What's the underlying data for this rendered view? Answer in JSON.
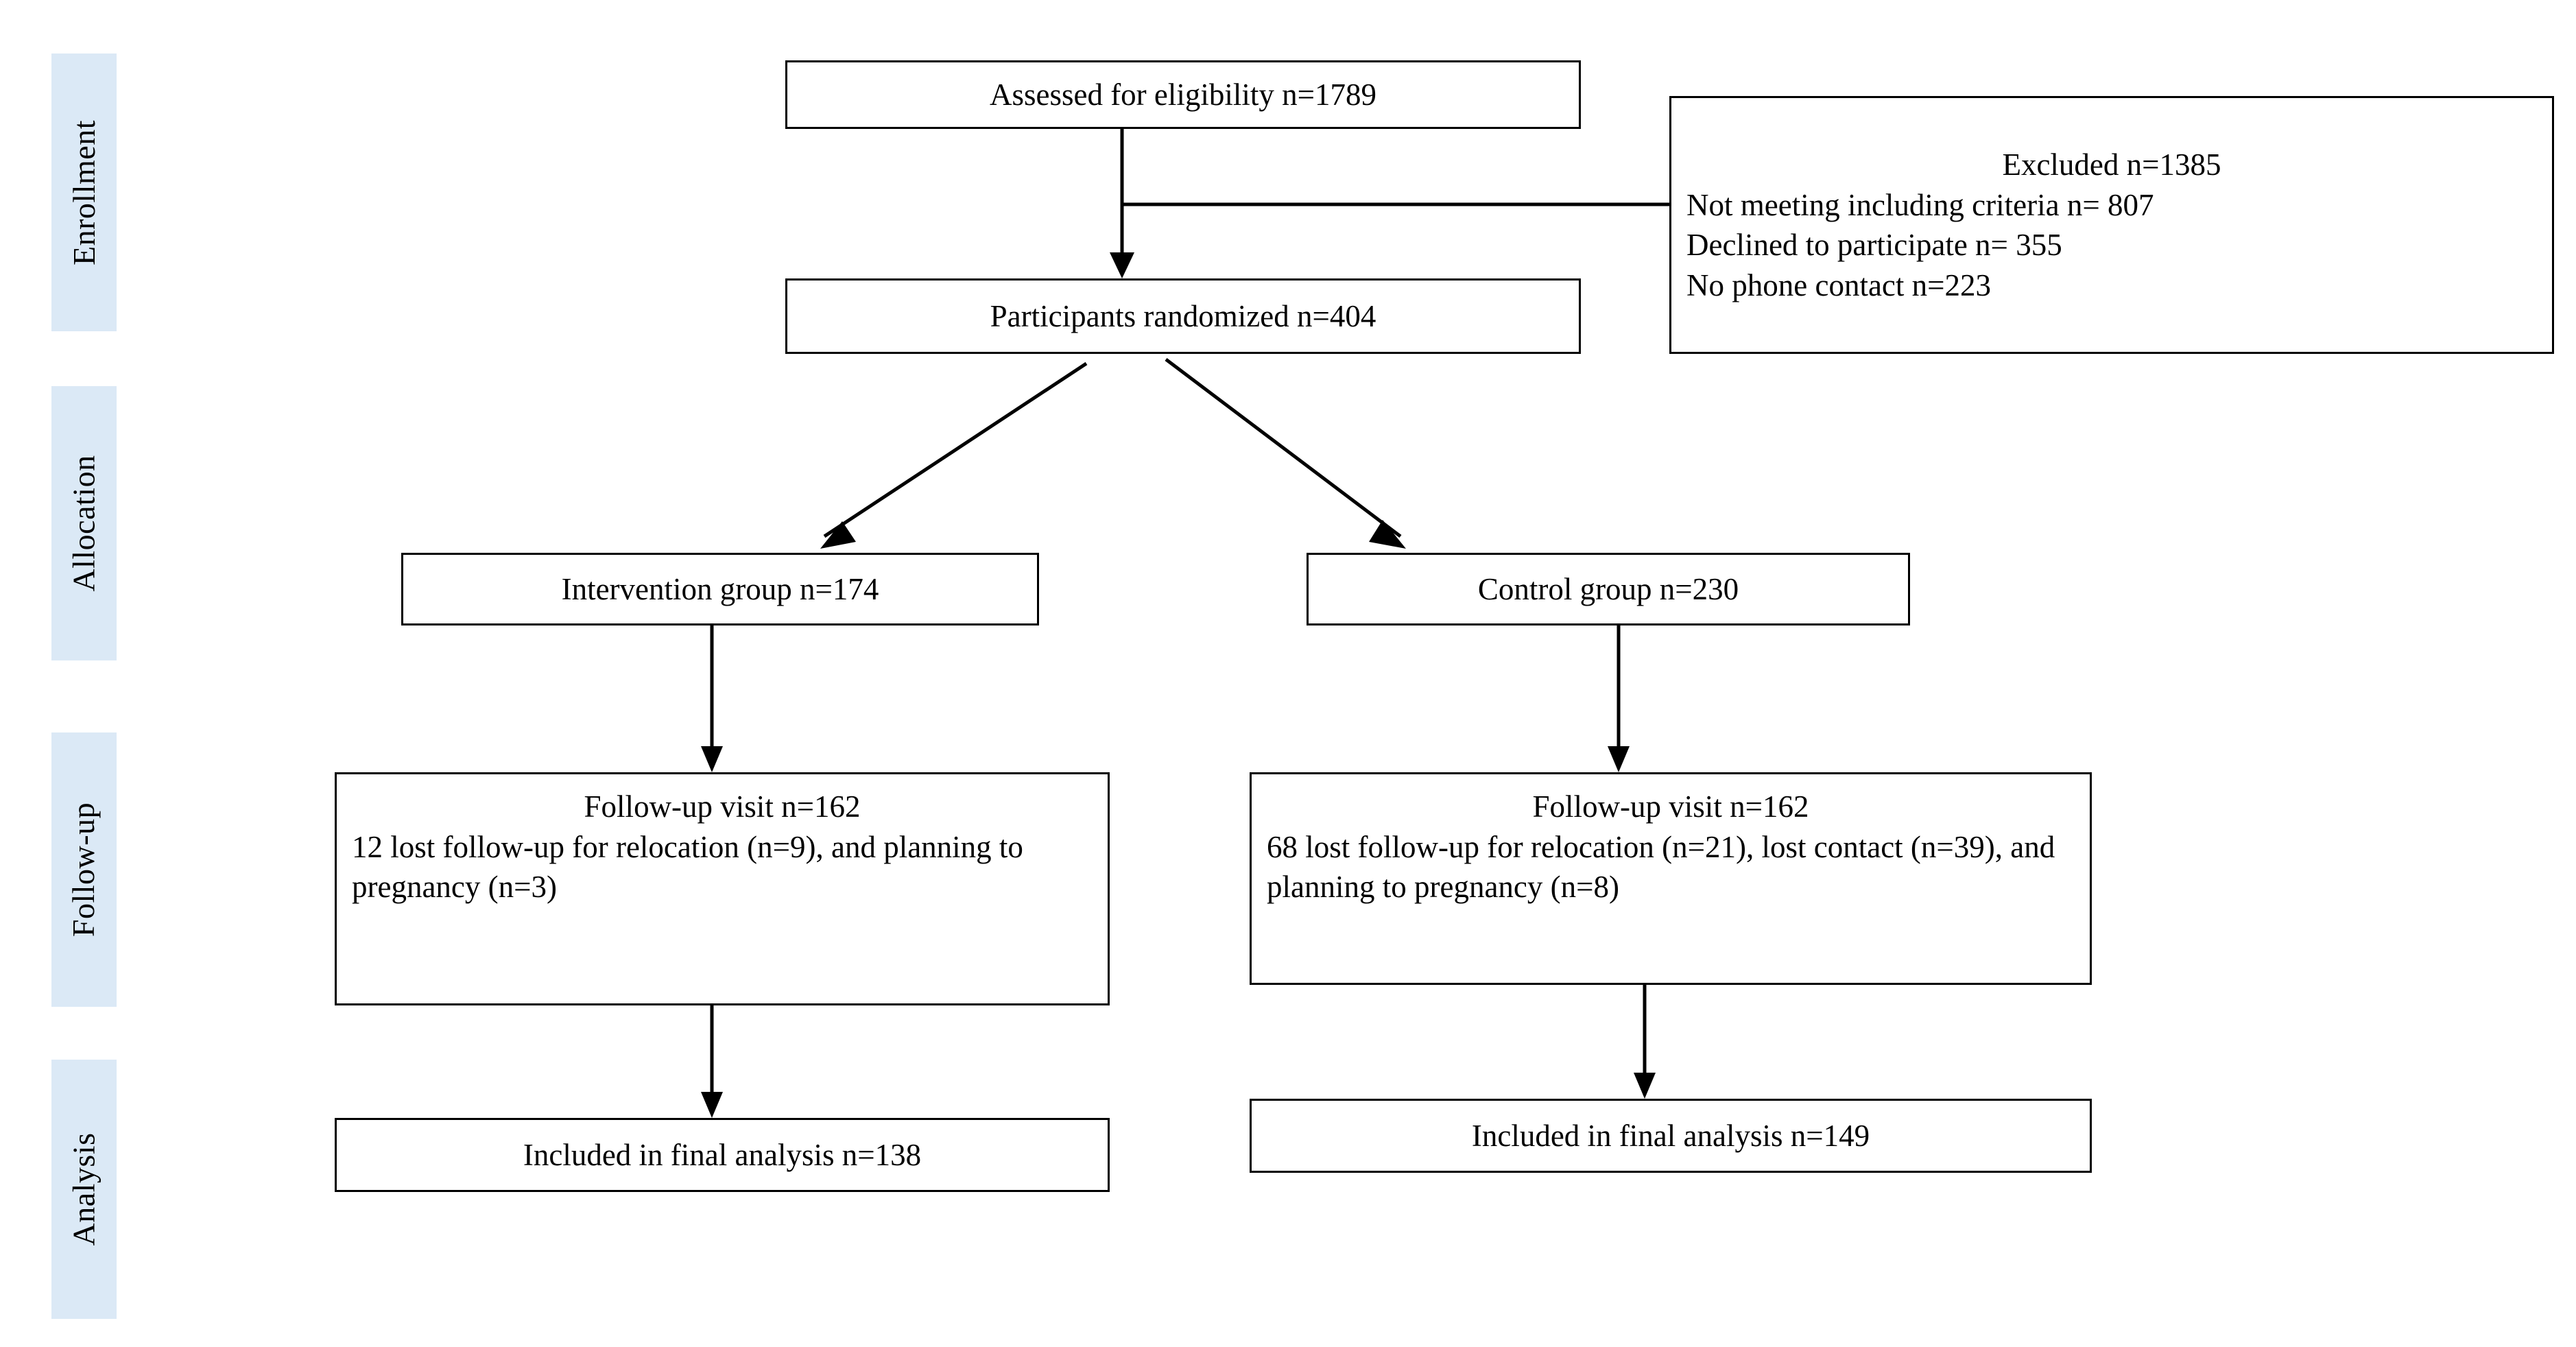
{
  "diagram": {
    "type": "consort-flow-diagram",
    "colors": {
      "phase_band": "#dbe9f6",
      "box_border": "#000000",
      "box_fill": "#ffffff",
      "connector": "#000000",
      "text": "#000000"
    }
  },
  "phases": [
    {
      "label": "Enrollment"
    },
    {
      "label": "Allocation"
    },
    {
      "label": "Follow-up"
    },
    {
      "label": "Analysis"
    }
  ],
  "nodes": {
    "assessed": {
      "lines": [
        "Assessed for eligibility  n=1789"
      ]
    },
    "excluded": {
      "lines": [
        "Excluded n=1385",
        "Not meeting including criteria n= 807",
        "Declined to participate n= 355",
        "No phone contact n=223"
      ]
    },
    "randomized": {
      "lines": [
        "Participants randomized n=404"
      ]
    },
    "intervention_group": {
      "lines": [
        "Intervention group n=174"
      ]
    },
    "control_group": {
      "lines": [
        "Control group n=230"
      ]
    },
    "followup_intervention": {
      "lines": [
        "Follow-up visit n=162",
        "12 lost follow-up for relocation (n=9),  and planning to pregnancy (n=3)"
      ]
    },
    "followup_control": {
      "lines": [
        "Follow-up visit n=162",
        "68 lost follow-up for relocation (n=21), lost contact (n=39), and planning to pregnancy (n=8)"
      ]
    },
    "analysis_intervention": {
      "lines": [
        "Included in final analysis n=138"
      ]
    },
    "analysis_control": {
      "lines": [
        "Included in final analysis n=149"
      ]
    }
  }
}
